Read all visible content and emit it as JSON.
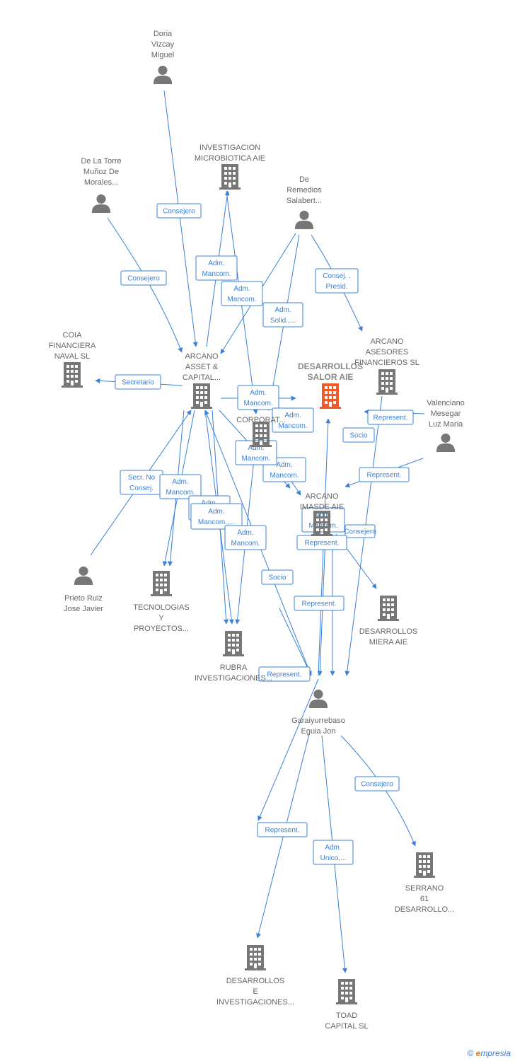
{
  "nodes": [
    {
      "id": "doria",
      "type": "person",
      "label": [
        "Doria",
        "Vizcay",
        "Miguel"
      ],
      "color": "#777777"
    },
    {
      "id": "delatorre",
      "type": "person",
      "label": [
        "De La Torre",
        "Muñoz De",
        "Morales..."
      ],
      "color": "#777777"
    },
    {
      "id": "investigacion",
      "type": "company",
      "label": [
        "INVESTIGACION",
        "MICROBIOTICA AIE"
      ],
      "color": "#777777"
    },
    {
      "id": "deremedios",
      "type": "person",
      "label": [
        "De",
        "Remedios",
        "Salabert..."
      ],
      "color": "#777777"
    },
    {
      "id": "coia",
      "type": "company",
      "label": [
        "COIA",
        "FINANCIERA",
        "NAVAL  SL"
      ],
      "color": "#777777"
    },
    {
      "id": "arcanoasset",
      "type": "company",
      "label": [
        "ARCANO",
        "ASSET &",
        "CAPITAL..."
      ],
      "color": "#777777"
    },
    {
      "id": "desarrollos_salor",
      "type": "company",
      "label": [
        "DESARROLLOS",
        "SALOR AIE"
      ],
      "color": "#f05a28",
      "main": true
    },
    {
      "id": "arcanoasesores",
      "type": "company",
      "label": [
        "ARCANO",
        "ASESORES",
        "FINANCIEROS SL"
      ],
      "color": "#777777"
    },
    {
      "id": "corporat",
      "type": "company",
      "label": [
        "CORPORAT..."
      ],
      "color": "#777777"
    },
    {
      "id": "valenciano",
      "type": "person",
      "label": [
        "Valenciano",
        "Mesegar",
        "Luz Maria"
      ],
      "color": "#777777"
    },
    {
      "id": "arcanoimasde",
      "type": "company",
      "label": [
        "ARCANO",
        "IMASDE AIE"
      ],
      "color": "#777777"
    },
    {
      "id": "prieto",
      "type": "person",
      "label": [
        "Prieto Ruiz",
        "Jose Javier"
      ],
      "color": "#777777"
    },
    {
      "id": "tecnologias",
      "type": "company",
      "label": [
        "TECNOLOGIAS",
        "Y",
        "PROYECTOS..."
      ],
      "color": "#777777"
    },
    {
      "id": "desarrollosmiera",
      "type": "company",
      "label": [
        "DESARROLLOS",
        "MIERA AIE"
      ],
      "color": "#777777"
    },
    {
      "id": "rubra",
      "type": "company",
      "label": [
        "RUBRA",
        "INVESTIGACIONES..."
      ],
      "color": "#777777"
    },
    {
      "id": "garaiyurrebaso",
      "type": "person",
      "label": [
        "Garaiyurrebaso",
        "Eguia Jon"
      ],
      "color": "#777777"
    },
    {
      "id": "serrano",
      "type": "company",
      "label": [
        "SERRANO",
        "61",
        "DESARROLLO..."
      ],
      "color": "#777777"
    },
    {
      "id": "desinv",
      "type": "company",
      "label": [
        "DESARROLLOS",
        "E",
        "INVESTIGACIONES..."
      ],
      "color": "#777777"
    },
    {
      "id": "toad",
      "type": "company",
      "label": [
        "TOAD",
        "CAPITAL  SL"
      ],
      "color": "#777777"
    }
  ],
  "edges": [
    {
      "from": "doria",
      "to": "arcanoasset",
      "label": [
        "Consejero"
      ]
    },
    {
      "from": "delatorre",
      "to": "arcanoasset",
      "label": [
        "Consejero"
      ]
    },
    {
      "from": "arcanoasset",
      "to": "investigacion",
      "label": [
        "Adm.",
        "Mancom."
      ]
    },
    {
      "from": "deremedios",
      "to": "arcanoasset",
      "label": [
        "Adm.",
        "Mancom."
      ]
    },
    {
      "from": "deremedios",
      "to": "arcanoasesores",
      "label": [
        "Consej. .",
        "Presid."
      ]
    },
    {
      "from": "deremedios",
      "to": "corporat",
      "label": [
        "Adm.",
        "Solid.,..."
      ]
    },
    {
      "from": "arcanoasset",
      "to": "coia",
      "label": [
        "Secretario"
      ]
    },
    {
      "from": "arcanoasset",
      "to": "desarrollos_salor",
      "label": [
        "Adm.",
        "Mancom."
      ]
    },
    {
      "from": "corporat",
      "to": "arcanoimasde",
      "label": [
        "Adm.",
        "Mancom."
      ]
    },
    {
      "from": "valenciano",
      "to": "arcanoasesores",
      "label": [
        "Represent."
      ]
    },
    {
      "from": "valenciano",
      "to": "arcanoimasde",
      "label": [
        "Represent."
      ]
    },
    {
      "from": "prieto",
      "to": "arcanoasset",
      "label": [
        "Secr.  No",
        "Consej."
      ]
    },
    {
      "from": "arcanoasset",
      "to": "tecnologias",
      "label": [
        "Adm.",
        "Mancom."
      ]
    },
    {
      "from": "arcanoasset",
      "to": "rubra",
      "label": [
        "Adm.",
        "Mancom.,..."
      ]
    },
    {
      "from": "arcanoimasde",
      "to": "desarrollosmiera",
      "label": [
        "Adm.",
        "Mancom."
      ]
    },
    {
      "from": "garaiyurrebaso",
      "to": "arcanoasset",
      "label": [
        "Represent."
      ]
    },
    {
      "from": "garaiyurrebaso",
      "to": "desarrollos_salor",
      "label": [
        "Represent."
      ]
    },
    {
      "from": "garaiyurrebaso",
      "to": "serrano",
      "label": [
        "Consejero"
      ]
    },
    {
      "from": "garaiyurrebaso",
      "to": "desinv",
      "label": [
        "Represent."
      ]
    },
    {
      "from": "garaiyurrebaso",
      "to": "toad",
      "label": [
        "Adm.",
        "Unico,..."
      ]
    }
  ],
  "tags": [
    {
      "label": [
        "Consejero"
      ]
    },
    {
      "label": [
        "Consejero"
      ]
    },
    {
      "label": [
        "Adm.",
        "Mancom."
      ]
    },
    {
      "label": [
        "Adm.",
        "Mancom."
      ]
    },
    {
      "label": [
        "Consej. .",
        "Presid."
      ]
    },
    {
      "label": [
        "Adm.",
        "Solid.,..."
      ]
    },
    {
      "label": [
        "Secretario"
      ]
    },
    {
      "label": [
        "Adm.",
        "Mancom."
      ]
    },
    {
      "label": [
        "Adm.",
        "Mancom."
      ]
    },
    {
      "label": [
        "Represent."
      ]
    },
    {
      "label": [
        "Socio"
      ]
    },
    {
      "label": [
        "Adm.",
        "Mancom."
      ]
    },
    {
      "label": [
        "Adm.",
        "Mancom."
      ]
    },
    {
      "label": [
        "Represent."
      ]
    },
    {
      "label": [
        "Secr.  No",
        "Consej."
      ]
    },
    {
      "label": [
        "Adm.",
        "Mancom."
      ]
    },
    {
      "label": [
        "Adm.",
        "Mancom."
      ]
    },
    {
      "label": [
        "Adm.",
        "Mancom.,..."
      ]
    },
    {
      "label": [
        "Adm.",
        "Mancom."
      ]
    },
    {
      "label": [
        "Adm.",
        "Mancom."
      ]
    },
    {
      "label": [
        "Consejero"
      ]
    },
    {
      "label": [
        "Represent."
      ]
    },
    {
      "label": [
        "Socio"
      ]
    },
    {
      "label": [
        "Represent."
      ]
    },
    {
      "label": [
        "Represent."
      ]
    },
    {
      "label": [
        "Consejero"
      ]
    },
    {
      "label": [
        "Represent."
      ]
    },
    {
      "label": [
        "Adm.",
        "Unico,..."
      ]
    }
  ],
  "footer": {
    "copyright": "©",
    "brand_initial": "e",
    "brand_rest": "mpresia"
  }
}
